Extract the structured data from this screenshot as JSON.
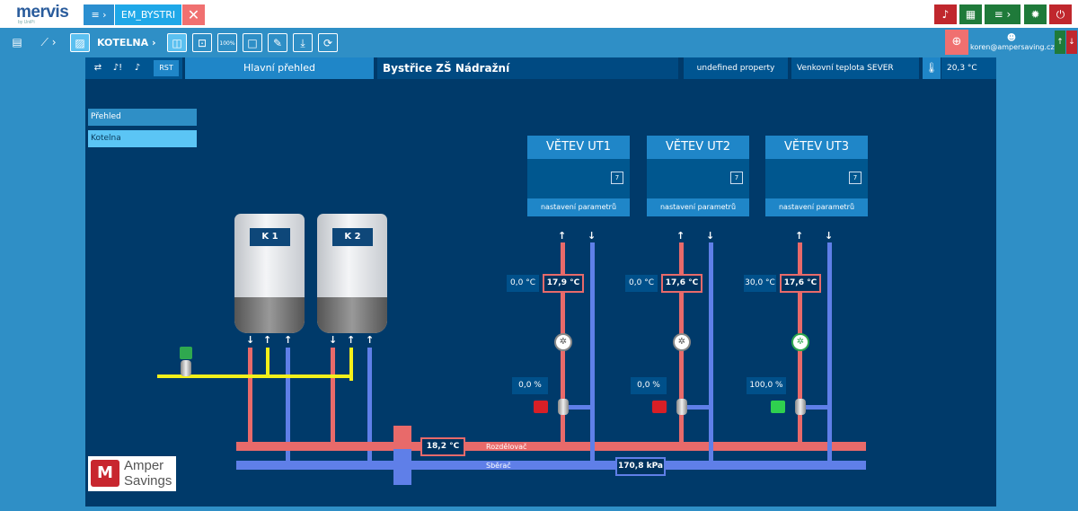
{
  "topbar": {
    "logo": "mervis",
    "logo_sub": "by UniPi",
    "menu_label": "≡ ›",
    "tab_label": "EM_BYSTRI",
    "close_label": "✕",
    "right_buttons": [
      {
        "name": "alarm-bell-icon",
        "glyph": "⍾",
        "color": "#c0272d"
      },
      {
        "name": "map-icon",
        "glyph": "▦",
        "color": "#1f7a3a"
      },
      {
        "name": "list-menu-icon",
        "glyph": "≡ ›",
        "color": "#1f7a3a"
      },
      {
        "name": "bug-icon",
        "glyph": "✹",
        "color": "#1f7a3a"
      },
      {
        "name": "power-icon",
        "glyph": "⏻",
        "color": "#c0272d"
      }
    ]
  },
  "toolbar": {
    "breadcrumb": "KOTELNA ›",
    "user": "koren@ampersaving.cz",
    "zoom_level_icon": "100%"
  },
  "header": {
    "rst_label": "RST",
    "view_title": "Hlavní přehled",
    "site_title": "Bystřice ZŠ Nádražní",
    "property_label": "undefined property",
    "temp_label": "Venkovní teplota SEVER",
    "temp_value": "20,3 °C"
  },
  "sidebar": {
    "items": [
      {
        "label": "Přehled",
        "selected": false
      },
      {
        "label": "Kotelna",
        "selected": true
      }
    ]
  },
  "branches": [
    {
      "title": "VĚTEV UT1",
      "button": "nastavení parametrů",
      "set_temp": "0,0 °C",
      "actual_temp": "17,9 °C",
      "valve": "0,0 %",
      "pump_on": false
    },
    {
      "title": "VĚTEV UT2",
      "button": "nastavení parametrů",
      "set_temp": "0,0 °C",
      "actual_temp": "17,6 °C",
      "valve": "0,0 %",
      "pump_on": false
    },
    {
      "title": "VĚTEV UT3",
      "button": "nastavení parametrů",
      "set_temp": "30,0 °C",
      "actual_temp": "17,6 °C",
      "valve": "100,0 %",
      "pump_on": true
    }
  ],
  "boilers": [
    {
      "label": "K 1"
    },
    {
      "label": "K 2"
    }
  ],
  "header_values": {
    "supply_temp": "18,2 °C",
    "distributor_label": "Rozdělovač",
    "collector_label": "Sběrač",
    "pressure": "170,8 kPa"
  },
  "logo_company": {
    "line1": "Amper",
    "line2": "Savings"
  },
  "colors": {
    "supply": "#e86a6a",
    "return": "#5f7fe8",
    "gas": "#f4f01a",
    "background": "#003a6a",
    "accent": "#2f8fc6"
  }
}
